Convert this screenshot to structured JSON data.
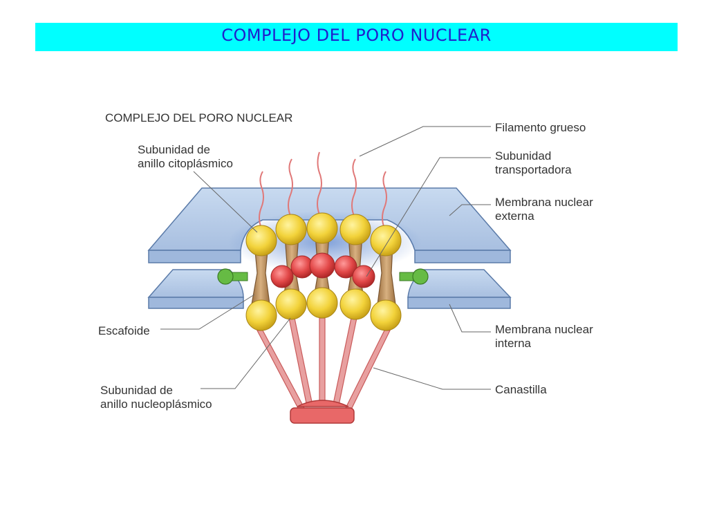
{
  "banner": {
    "title": "COMPLEJO DEL PORO NUCLEAR"
  },
  "diagram": {
    "title": "COMPLEJO DEL PORO NUCLEAR",
    "labels": {
      "filamento_grueso": "Filamento grueso",
      "subunidad_citoplasmico_1": "Subunidad de",
      "subunidad_citoplasmico_2": "anillo citoplásmico",
      "subunidad_transportadora_1": "Subunidad",
      "subunidad_transportadora_2": "transportadora",
      "membrana_externa_1": "Membrana nuclear",
      "membrana_externa_2": "externa",
      "escafoide": "Escafoide",
      "membrana_interna_1": "Membrana nuclear",
      "membrana_interna_2": "interna",
      "subunidad_nucleoplasmico_1": "Subunidad de",
      "subunidad_nucleoplasmico_2": "anillo nucleoplásmico",
      "canastilla": "Canastilla"
    },
    "colors": {
      "banner": "#00ffff",
      "banner_text": "#2020cc",
      "membrane": "#b8cce8",
      "scaffold": "#c09868",
      "ring_subunit": "#f2d23a",
      "transporter": "#e24848",
      "filament": "#e07878",
      "escafoide": "#66bb44"
    }
  }
}
